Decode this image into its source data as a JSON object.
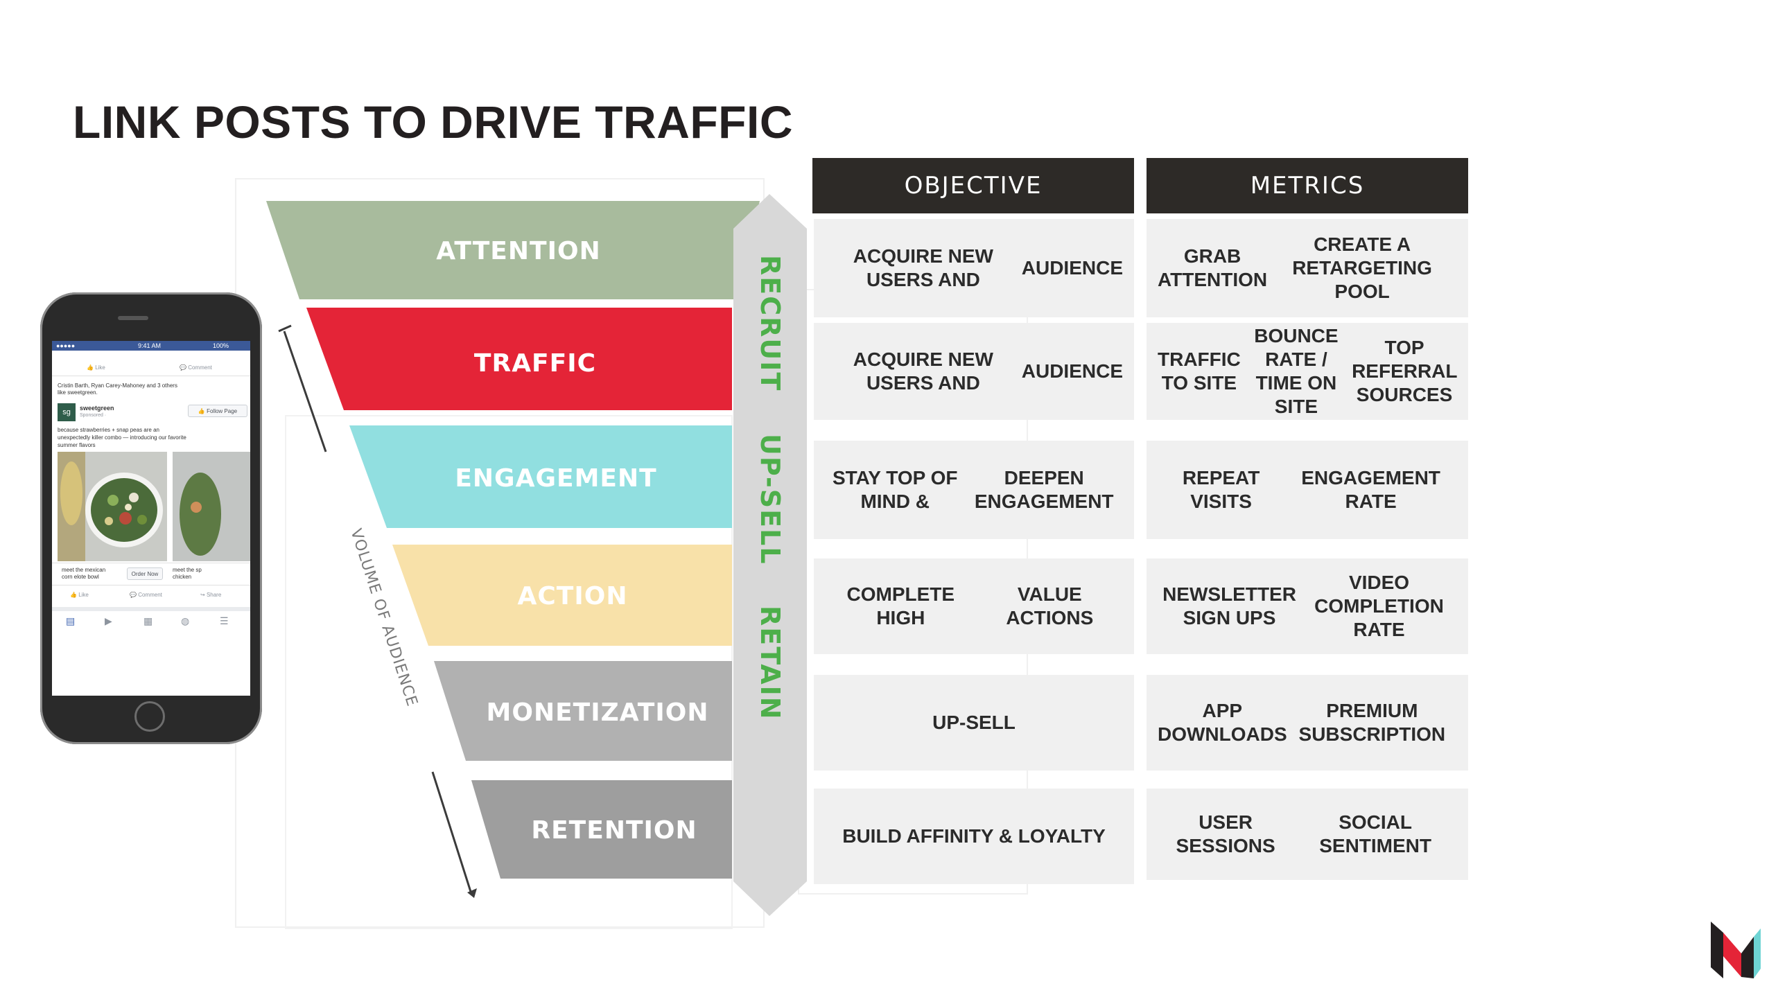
{
  "title": "LINK POSTS TO DRIVE TRAFFIC",
  "funnel": {
    "stages": [
      {
        "label": "ATTENTION",
        "color": "#a8bb9d"
      },
      {
        "label": "TRAFFIC",
        "color": "#e42437"
      },
      {
        "label": "ENGAGEMENT",
        "color": "#91dfe0"
      },
      {
        "label": "ACTION",
        "color": "#f8e1a9"
      },
      {
        "label": "MONETIZATION",
        "color": "#b1b1b1"
      },
      {
        "label": "RETENTION",
        "color": "#9e9e9e"
      }
    ],
    "phases": [
      "RECRUIT",
      "UP-SELL",
      "RETAIN"
    ],
    "phase_color": "#4daf4a",
    "axis_label": "VOLUME OF AUDIENCE"
  },
  "table": {
    "headers": [
      "OBJECTIVE",
      "METRICS"
    ],
    "rows": [
      {
        "objective": [
          "ACQUIRE NEW USERS AND",
          "AUDIENCE"
        ],
        "metrics": [
          "GRAB ATTENTION",
          "CREATE A RETARGETING POOL"
        ]
      },
      {
        "objective": [
          "ACQUIRE NEW USERS AND",
          "AUDIENCE"
        ],
        "metrics": [
          "TRAFFIC TO SITE",
          "BOUNCE RATE / TIME ON SITE",
          "TOP REFERRAL SOURCES"
        ]
      },
      {
        "objective": [
          "STAY TOP OF MIND &",
          "DEEPEN ENGAGEMENT"
        ],
        "metrics": [
          "REPEAT VISITS",
          "ENGAGEMENT RATE"
        ]
      },
      {
        "objective": [
          "COMPLETE HIGH",
          "VALUE ACTIONS"
        ],
        "metrics": [
          "NEWSLETTER SIGN UPS",
          "VIDEO COMPLETION RATE"
        ]
      },
      {
        "objective": [
          "UP-SELL"
        ],
        "metrics": [
          "APP DOWNLOADS",
          "PREMIUM SUBSCRIPTION"
        ]
      },
      {
        "objective": [
          "BUILD AFFINITY & LOYALTY"
        ],
        "metrics": [
          "USER SESSIONS",
          "SOCIAL SENTIMENT"
        ]
      }
    ]
  },
  "phone": {
    "status_time": "9:41 AM",
    "status_battery": "100%",
    "like": "Like",
    "comment": "Comment",
    "share": "Share",
    "likes_text": "Cristin Barth, Ryan Carey-Mahoney and 3 others",
    "likes_text2": "like sweetgreen.",
    "page_initials": "sg",
    "page_name": "sweetgreen",
    "sponsored": "Sponsored · ",
    "follow": "Follow Page",
    "post_text": [
      "because strawberries + snap peas are an",
      "unexpectedly killer combo — introducing our favorite",
      "summer flavors"
    ],
    "card1": [
      "meet the mexican",
      "corn elote bowl"
    ],
    "order_now": "Order Now",
    "card2": [
      "meet the sp",
      "chicken"
    ]
  },
  "brand_colors": {
    "dark": "#231f20",
    "red": "#e42437",
    "teal": "#6ed4d4"
  }
}
